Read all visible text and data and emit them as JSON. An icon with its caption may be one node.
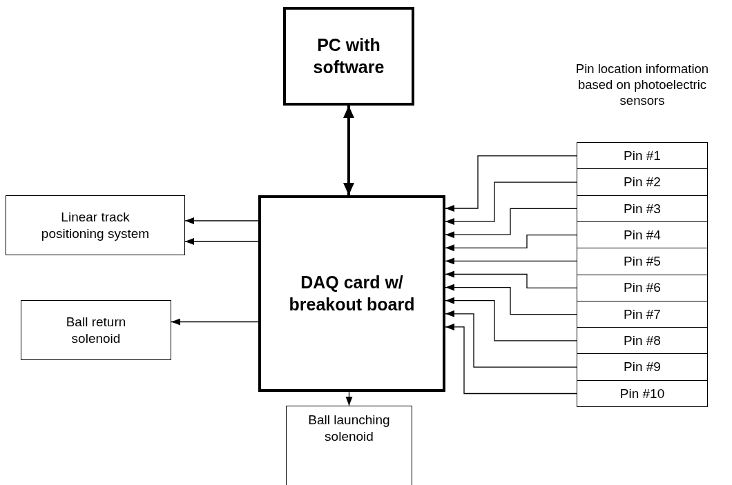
{
  "diagram": {
    "nodes": [
      {
        "text": [
          "PC with software"
        ]
      },
      {
        "text": [
          "Linear track positioning system"
        ]
      },
      {
        "text": [
          "Ball return solenoid"
        ]
      },
      {
        "text": [
          "DAQ card w/ breakout board"
        ]
      },
      {
        "text": [
          "Ball launching solenoid"
        ]
      },
      {
        "text": [
          "Pin #1"
        ]
      },
      {
        "text": [
          "Pin #2"
        ]
      },
      {
        "text": [
          "Pin #3"
        ]
      },
      {
        "text": [
          "Pin #4"
        ]
      },
      {
        "text": [
          "Pin #5"
        ]
      },
      {
        "text": [
          "Pin #6"
        ]
      },
      {
        "text": [
          "Pin #7"
        ]
      },
      {
        "text": [
          "Pin #8"
        ]
      },
      {
        "text": [
          "Pin #9"
        ]
      },
      {
        "text": [
          "Pin #10"
        ]
      }
    ],
    "edges": [
      {
        "from": 0,
        "to": 3,
        "arrow": "both",
        "style": "thick"
      },
      {
        "from": 3,
        "to": 1,
        "arrow": "to"
      },
      {
        "from": 3,
        "to": 1,
        "arrow": "to"
      },
      {
        "from": 3,
        "to": 2,
        "arrow": "to"
      },
      {
        "from": 3,
        "to": 4,
        "arrow": "to"
      },
      {
        "from": 5,
        "to": 3,
        "arrow": "to"
      },
      {
        "from": 6,
        "to": 3,
        "arrow": "to"
      },
      {
        "from": 7,
        "to": 3,
        "arrow": "to"
      },
      {
        "from": 8,
        "to": 3,
        "arrow": "to"
      },
      {
        "from": 9,
        "to": 3,
        "arrow": "to"
      },
      {
        "from": 10,
        "to": 3,
        "arrow": "to"
      },
      {
        "from": 11,
        "to": 3,
        "arrow": "to"
      },
      {
        "from": 12,
        "to": 3,
        "arrow": "to"
      },
      {
        "from": 13,
        "to": 3,
        "arrow": "to"
      },
      {
        "from": 14,
        "to": 3,
        "arrow": "to"
      }
    ],
    "labels": [
      "Pin location information based on photoelectric sensors"
    ]
  }
}
